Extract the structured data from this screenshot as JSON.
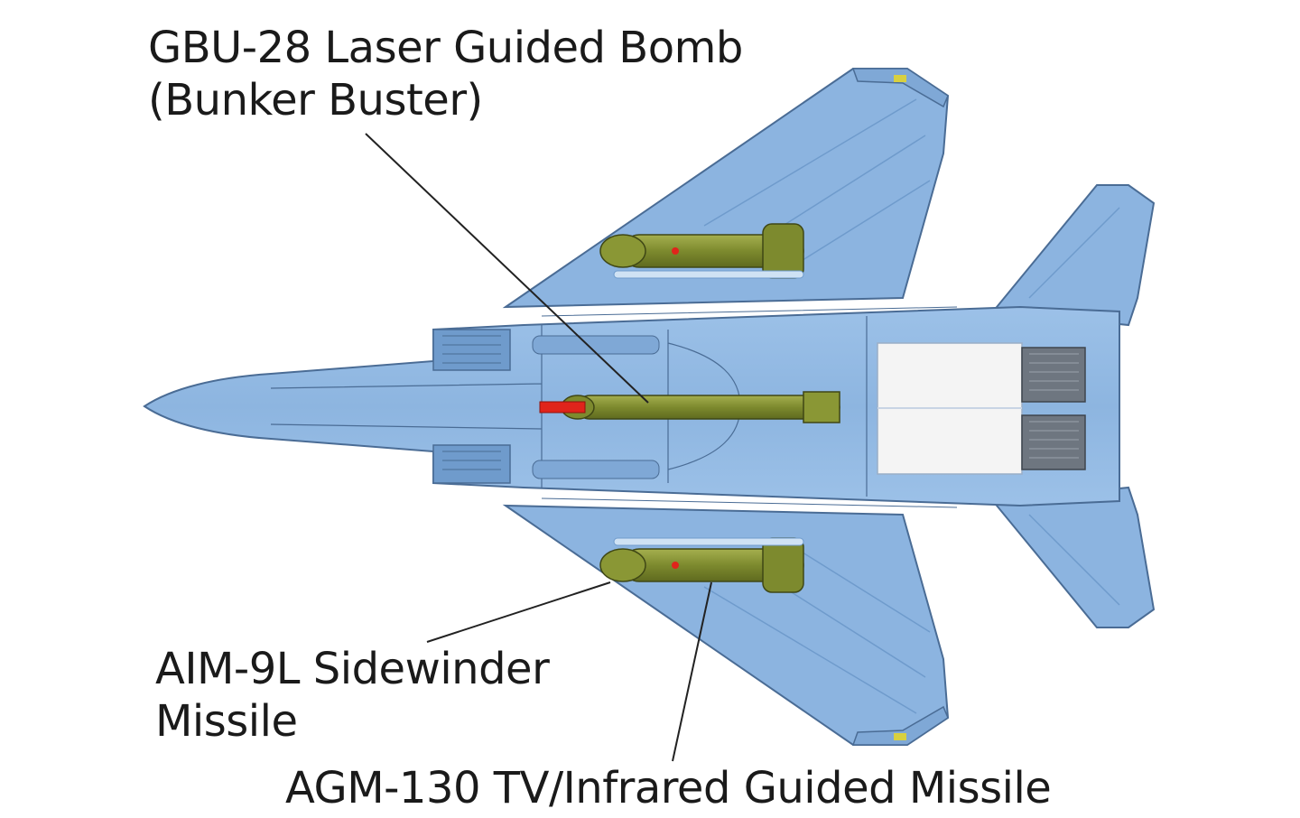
{
  "labels": {
    "gbu28": {
      "line1": "GBU-28 Laser Guided Bomb",
      "line2": "(Bunker Buster)"
    },
    "aim9l": {
      "line1": "AIM-9L Sidewinder",
      "line2": "Missile"
    },
    "agm130": {
      "line1": "AGM-130 TV/Infrared Guided Missile"
    }
  },
  "colors": {
    "airframe": "#8cb4e0",
    "airframe_dark": "#6f9bcc",
    "panel_line": "#4a6c95",
    "ordnance": "#7d8a2e",
    "ordnance_light": "#a3ad4e",
    "warhead": "#e0241b",
    "exhaust_area": "#f4f4f4",
    "leader_line": "#222222"
  }
}
